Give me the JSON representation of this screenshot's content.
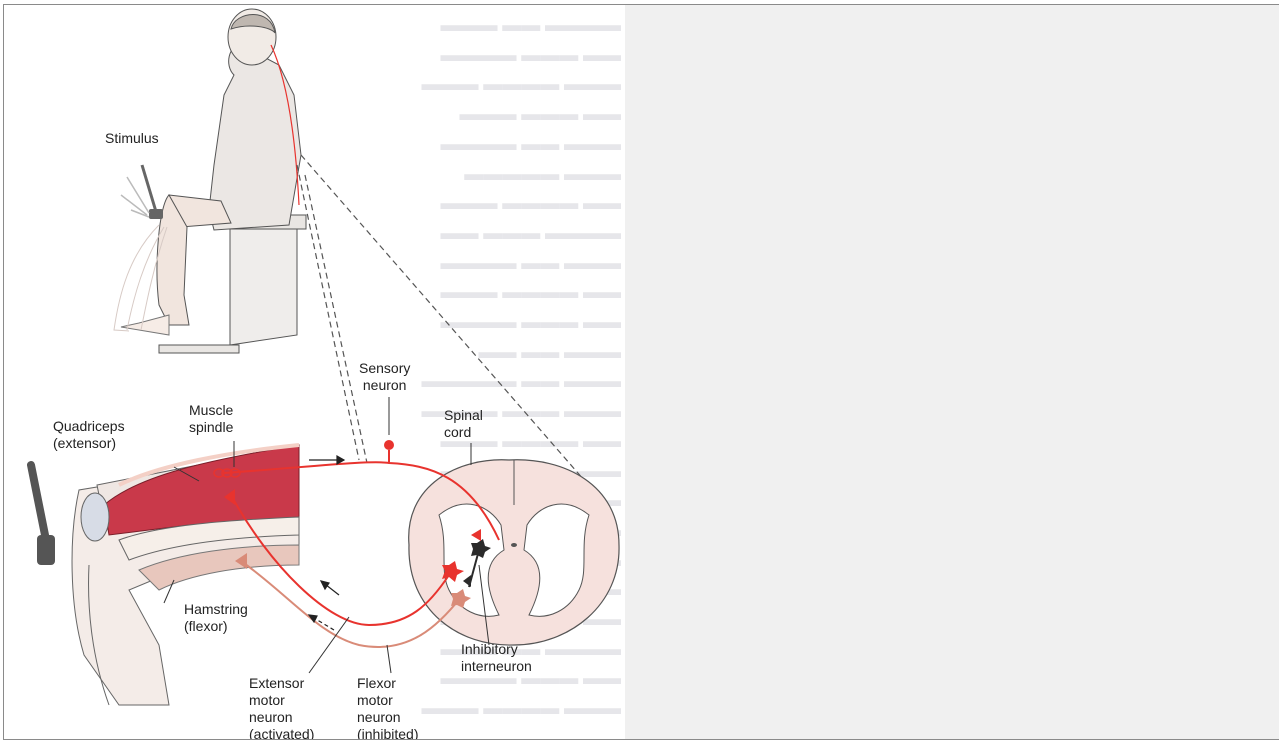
{
  "colors": {
    "background": "#ffffff",
    "empty_pane": "#f0f0f0",
    "activated_path": "#e8332e",
    "inhibited_path": "#d98b78",
    "muscle": "#c9394a",
    "spinal_cord": "#f6e1dd",
    "inhibitory_neuron": "#2b2b2b"
  },
  "labels": {
    "stimulus": "Stimulus",
    "sensory_neuron": [
      "Sensory",
      "neuron"
    ],
    "muscle_spindle": [
      "Muscle",
      "spindle"
    ],
    "quadriceps": [
      "Quadriceps",
      "(extensor)"
    ],
    "spinal_cord": [
      "Spinal",
      "cord"
    ],
    "hamstring": [
      "Hamstring",
      "(flexor)"
    ],
    "inhibitory_interneuron": [
      "Inhibitory",
      "interneuron"
    ],
    "extensor_motor_neuron": [
      "Extensor",
      "motor",
      "neuron",
      "(activated)"
    ],
    "flexor_motor_neuron": [
      "Flexor",
      "motor",
      "neuron",
      "(inhibited)"
    ]
  },
  "icons": [
    "reflex-hammer-icon",
    "seated-person-icon",
    "spinal-cord-cross-section-icon",
    "knee-joint-icon"
  ]
}
